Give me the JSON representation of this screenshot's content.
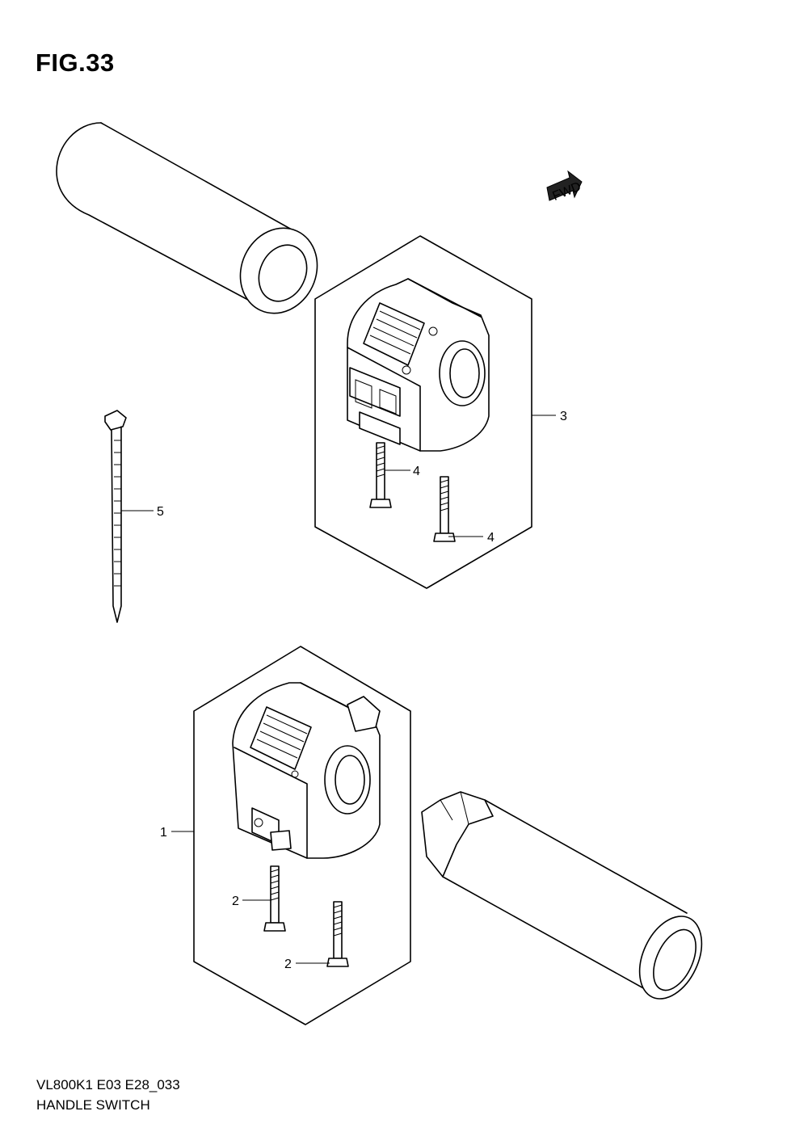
{
  "figure": {
    "title": "FIG.33"
  },
  "fwd_arrow": {
    "label": "FWD",
    "icon": "fwd-arrow-icon"
  },
  "callouts": [
    {
      "number": "1",
      "part": "left handle switch assembly"
    },
    {
      "number": "2",
      "part": "screw"
    },
    {
      "number": "2",
      "part": "screw"
    },
    {
      "number": "3",
      "part": "right handle switch assembly"
    },
    {
      "number": "4",
      "part": "screw"
    },
    {
      "number": "4",
      "part": "screw"
    },
    {
      "number": "5",
      "part": "cable tie"
    }
  ],
  "footer": {
    "model_code": "VL800K1 E03 E28_033",
    "caption": "HANDLE SWITCH"
  }
}
